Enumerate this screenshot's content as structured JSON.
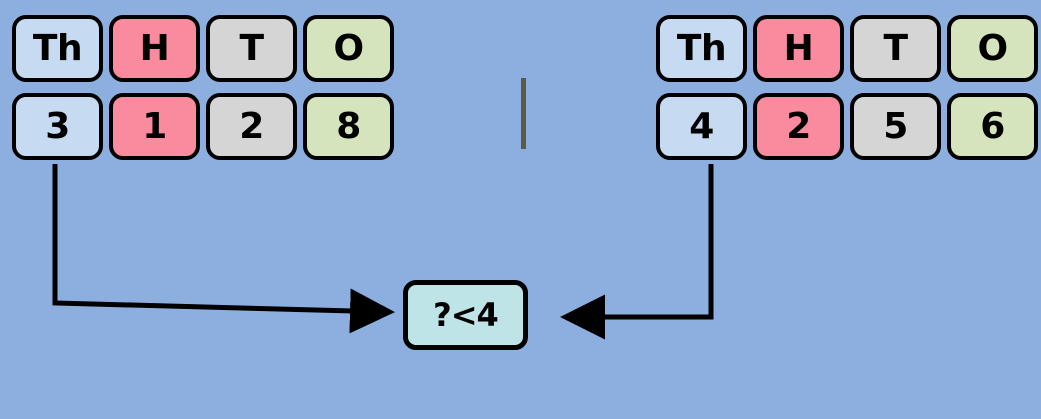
{
  "background_color": "#8cafdf",
  "diagram": {
    "title_text": "",
    "type": "place-value-comparison-flow",
    "groups": [
      {
        "name": "left-number",
        "headers": [
          "Th",
          "H",
          "T",
          "O"
        ],
        "digits": [
          "3",
          "1",
          "2",
          "8"
        ],
        "colors": [
          "#c6daf2",
          "#fa8a9e",
          "#d5d5d5",
          "#d5e4bc"
        ]
      },
      {
        "name": "right-number",
        "headers": [
          "Th",
          "H",
          "T",
          "O"
        ],
        "digits": [
          "4",
          "2",
          "5",
          "6"
        ],
        "colors": [
          "#c6daf2",
          "#fa8a9e",
          "#d5d5d5",
          "#d5e4bc"
        ]
      }
    ],
    "decision": {
      "label": "?<4",
      "fill_color": "#bfe4e8",
      "border_color": "#000000"
    },
    "divider": {
      "color": "#5b5b4a"
    },
    "connectors": [
      {
        "name": "left-thousands-to-decision",
        "from": "left-number.thousands-digit",
        "to": "decision",
        "arrow_direction": "right"
      },
      {
        "name": "right-thousands-to-decision",
        "from": "right-number.thousands-digit",
        "to": "decision",
        "arrow_direction": "left"
      }
    ]
  }
}
